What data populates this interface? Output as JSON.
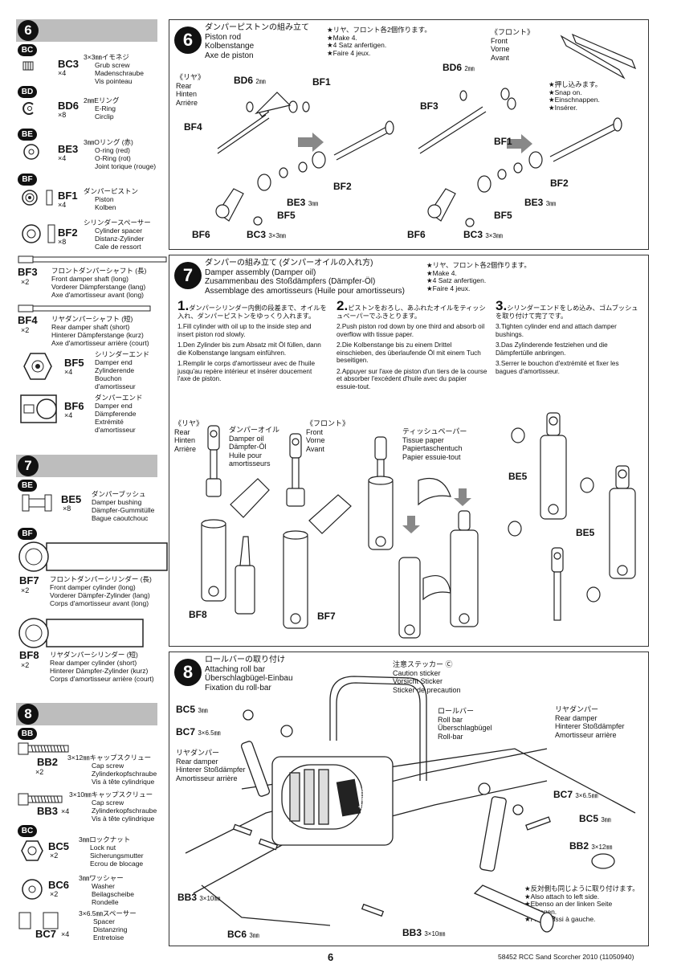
{
  "sidebar": {
    "step6": {
      "number": "6",
      "parts": [
        {
          "tag": "BC",
          "code": "BC3",
          "qty": "×4",
          "lines": [
            "3×3㎜イモネジ",
            "Grub screw",
            "Madenschraube",
            "Vis pointeau"
          ]
        },
        {
          "tag": "BD",
          "code": "BD6",
          "qty": "×8",
          "lines": [
            "2㎜Eリング",
            "E-Ring",
            "Circlip"
          ]
        },
        {
          "tag": "BE",
          "code": "BE3",
          "qty": "×4",
          "lines": [
            "3㎜Oリング (赤)",
            "O-ring (red)",
            "O-Ring (rot)",
            "Joint torique (rouge)"
          ]
        },
        {
          "tag": "BF",
          "code": "BF1",
          "qty": "×4",
          "lines": [
            "ダンパーピストン",
            "Piston",
            "Kolben"
          ]
        },
        {
          "tag": "",
          "code": "BF2",
          "qty": "×8",
          "lines": [
            "シリンダースペーサー",
            "Cylinder spacer",
            "Distanz-Zylinder",
            "Cale de ressort"
          ]
        },
        {
          "tag": "",
          "code": "BF3",
          "qty": "×2",
          "lines": [
            "フロントダンパーシャフト (長)",
            "Front damper shaft (long)",
            "Vorderer Dämpferstange (lang)",
            "Axe d'amortisseur avant (long)"
          ]
        },
        {
          "tag": "",
          "code": "BF4",
          "qty": "×2",
          "lines": [
            "リヤダンパーシャフト (短)",
            "Rear damper shaft (short)",
            "Hinterer Dämpferstange (kurz)",
            "Axe d'amortisseur arrière (court)"
          ]
        },
        {
          "tag": "",
          "code": "BF5",
          "qty": "×4",
          "lines": [
            "シリンダーエンド",
            "Damper end",
            "Zylinderende",
            "Bouchon",
            "d'amortisseur"
          ]
        },
        {
          "tag": "",
          "code": "BF6",
          "qty": "×4",
          "lines": [
            "ダンパーエンド",
            "Damper end",
            "Dämpferende",
            "Extrémité",
            "d'amortisseur"
          ]
        }
      ]
    },
    "step7": {
      "number": "7",
      "parts": [
        {
          "tag": "BE",
          "code": "BE5",
          "qty": "×8",
          "lines": [
            "ダンパーブッシュ",
            "Damper bushing",
            "Dämpfer-Gummitülle",
            "Bague caoutchouc"
          ]
        },
        {
          "tag": "BF",
          "code": "BF7",
          "qty": "×2",
          "lines": [
            "フロントダンパーシリンダー (長)",
            "Front damper cylinder (long)",
            "Vorderer Dämpfer-Zylinder (lang)",
            "Corps d'amortisseur avant (long)"
          ]
        },
        {
          "tag": "",
          "code": "BF8",
          "qty": "×2",
          "lines": [
            "リヤダンパーシリンダー (短)",
            "Rear damper cylinder (short)",
            "Hinterer Dämpfer-Zylinder (kurz)",
            "Corps d'amortisseur arrière (court)"
          ]
        }
      ]
    },
    "step8": {
      "number": "8",
      "parts": [
        {
          "tag": "BB",
          "code": "BB2",
          "qty": "×2",
          "lines": [
            "3×12㎜キャップスクリュー",
            "Cap screw",
            "Zylinderkopfschraube",
            "Vis à tête cylindrique"
          ]
        },
        {
          "tag": "",
          "code": "BB3",
          "qty": "×4",
          "lines": [
            "3×10㎜キャップスクリュー",
            "Cap screw",
            "Zylinderkopfschraube",
            "Vis à tête cylindrique"
          ]
        },
        {
          "tag": "BC",
          "code": "BC5",
          "qty": "×2",
          "lines": [
            "3㎜ロックナット",
            "Lock nut",
            "Sicherungsmutter",
            "Ecrou de blocage"
          ]
        },
        {
          "tag": "",
          "code": "BC6",
          "qty": "×2",
          "lines": [
            "3㎜ワッシャー",
            "Washer",
            "Beilagscheibe",
            "Rondelle"
          ]
        },
        {
          "tag": "",
          "code": "BC7",
          "qty": "×4",
          "lines": [
            "3×6.5㎜スペーサー",
            "Spacer",
            "Distanzring",
            "Entretoise"
          ]
        }
      ]
    }
  },
  "step6_panel": {
    "number": "6",
    "title": [
      "ダンパーピストンの組み立て",
      "Piston rod",
      "Kolbenstange",
      "Axe de piston"
    ],
    "make": [
      "★リヤ、フロント各2個作ります。",
      "★Make 4.",
      "★4 Satz anfertigen.",
      "★Faire 4 jeux."
    ],
    "rear": [
      "《リヤ》",
      "Rear",
      "Hinten",
      "Arrière"
    ],
    "front": [
      "《フロント》",
      "Front",
      "Vorne",
      "Avant"
    ],
    "snap": [
      "★押し込みます。",
      "★Snap on.",
      "★Einschnappen.",
      "★Insérer."
    ],
    "labels": {
      "bd6": "BD6",
      "bd6_size": "2㎜",
      "bf1": "BF1",
      "bf4": "BF4",
      "bf3": "BF3",
      "bf2": "BF2",
      "be3": "BE3",
      "be3_size": "3㎜",
      "bf5": "BF5",
      "bf6": "BF6",
      "bc3": "BC3",
      "bc3_size": "3×3㎜"
    }
  },
  "step7_panel": {
    "number": "7",
    "title": [
      "ダンパーの組み立て (ダンパーオイルの入れ方)",
      "Damper assembly (Damper oil)",
      "Zusammenbau des Stoßdämpfers (Dämpfer-Öl)",
      "Assemblage des amortisseurs (Huile pour amortisseurs)"
    ],
    "make": [
      "★リヤ、フロント各2個作ります。",
      "★Make 4.",
      "★4 Satz anfertigen.",
      "★Faire 4 jeux."
    ],
    "instr1": {
      "num": "1.",
      "lines": [
        "ダンパーシリンダー内側の段差まで、オイルを入れ、ダンパーピストンをゆっくり入れます。",
        "1.Fill cylinder with oil up to the inside step and insert piston rod slowly.",
        "1.Den Zylinder bis zum Absatz mit Öl füllen, dann die Kolbenstange langsam einführen.",
        "1.Remplir le corps d'amortisseur avec de l'huile jusqu'au repère intérieur et insérer doucement l'axe de piston."
      ]
    },
    "instr2": {
      "num": "2.",
      "lines": [
        "ピストンをおろし、あふれたオイルをティッシュペーパーでふきとります。",
        "2.Push piston rod down by one third and absorb oil overflow with tissue paper.",
        "2.Die Kolbenstange bis zu einem Drittel einschieben, des überlaufende Öl mit einem Tuch beseitigen.",
        "2.Appuyer sur l'axe de piston d'un tiers de la course et absorber l'excédent d'huile avec du papier essuie-tout."
      ]
    },
    "instr3": {
      "num": "3.",
      "lines": [
        "シリンダーエンドをしめ込み、ゴムブッシュを取り付けて完了です。",
        "3.Tighten cylinder end and attach damper bushings.",
        "3.Das Zylinderende festziehen und die Dämpfertülle anbringen.",
        "3.Serrer le bouchon d'extrémité et fixer les bagues d'amortisseur."
      ]
    },
    "rear": [
      "《リヤ》",
      "Rear",
      "Hinten",
      "Arrière"
    ],
    "front": [
      "《フロント》",
      "Front",
      "Vorne",
      "Avant"
    ],
    "oil": [
      "ダンパーオイル",
      "Damper oil",
      "Dämpfer-Öl",
      "Huile pour",
      "amortisseurs"
    ],
    "tissue": [
      "ティッシュペーパー",
      "Tissue paper",
      "Papiertaschentuch",
      "Papier essuie-tout"
    ],
    "labels": {
      "bf8": "BF8",
      "bf7": "BF7",
      "be5": "BE5"
    }
  },
  "step8_panel": {
    "number": "8",
    "title": [
      "ロールバーの取り付け",
      "Attaching roll bar",
      "Überschlagbügel-Einbau",
      "Fixation du roll-bar"
    ],
    "caution": [
      "注意ステッカー Ⓒ",
      "Caution sticker",
      "Vorsicht Sticker",
      "Sticker de precaution"
    ],
    "rollbar": [
      "ロールバー",
      "Roll bar",
      "Überschlagbügel",
      "Roll-bar"
    ],
    "rear_damper_l": [
      "リヤダンパー",
      "Rear damper",
      "Hinterer Stoßdämpfer",
      "Amortisseur arrière"
    ],
    "rear_damper_r": [
      "リヤダンパー",
      "Rear damper",
      "Hinterer Stoßdämpfer",
      "Amortisseur arrière"
    ],
    "opposite": [
      "★反対側も同じように取り付けます。",
      "★Also attach to left side.",
      "★Ebenso an der linken Seite anbringen.",
      "★Fixer aussi à gauche."
    ],
    "labels": {
      "bc5": "BC5",
      "bc5_size": "3㎜",
      "bc7": "BC7",
      "bc7_size": "3×6.5㎜",
      "bc5r": "BC5",
      "bc5r_size": "3㎜",
      "bc7r": "BC7",
      "bc7r_size": "3×6.5㎜",
      "bb2": "BB2",
      "bb2_size": "3×12㎜",
      "bb3l": "BB3",
      "bb3l_size": "3×10㎜",
      "bc6": "BC6",
      "bc6_size": "3㎜",
      "bb3b": "BB3",
      "bb3b_size": "3×10㎜",
      "sticker": "ACAUTION"
    }
  },
  "footer": {
    "page": "6",
    "doc": "58452 RCC Sand Scorcher 2010 (11050940)"
  }
}
